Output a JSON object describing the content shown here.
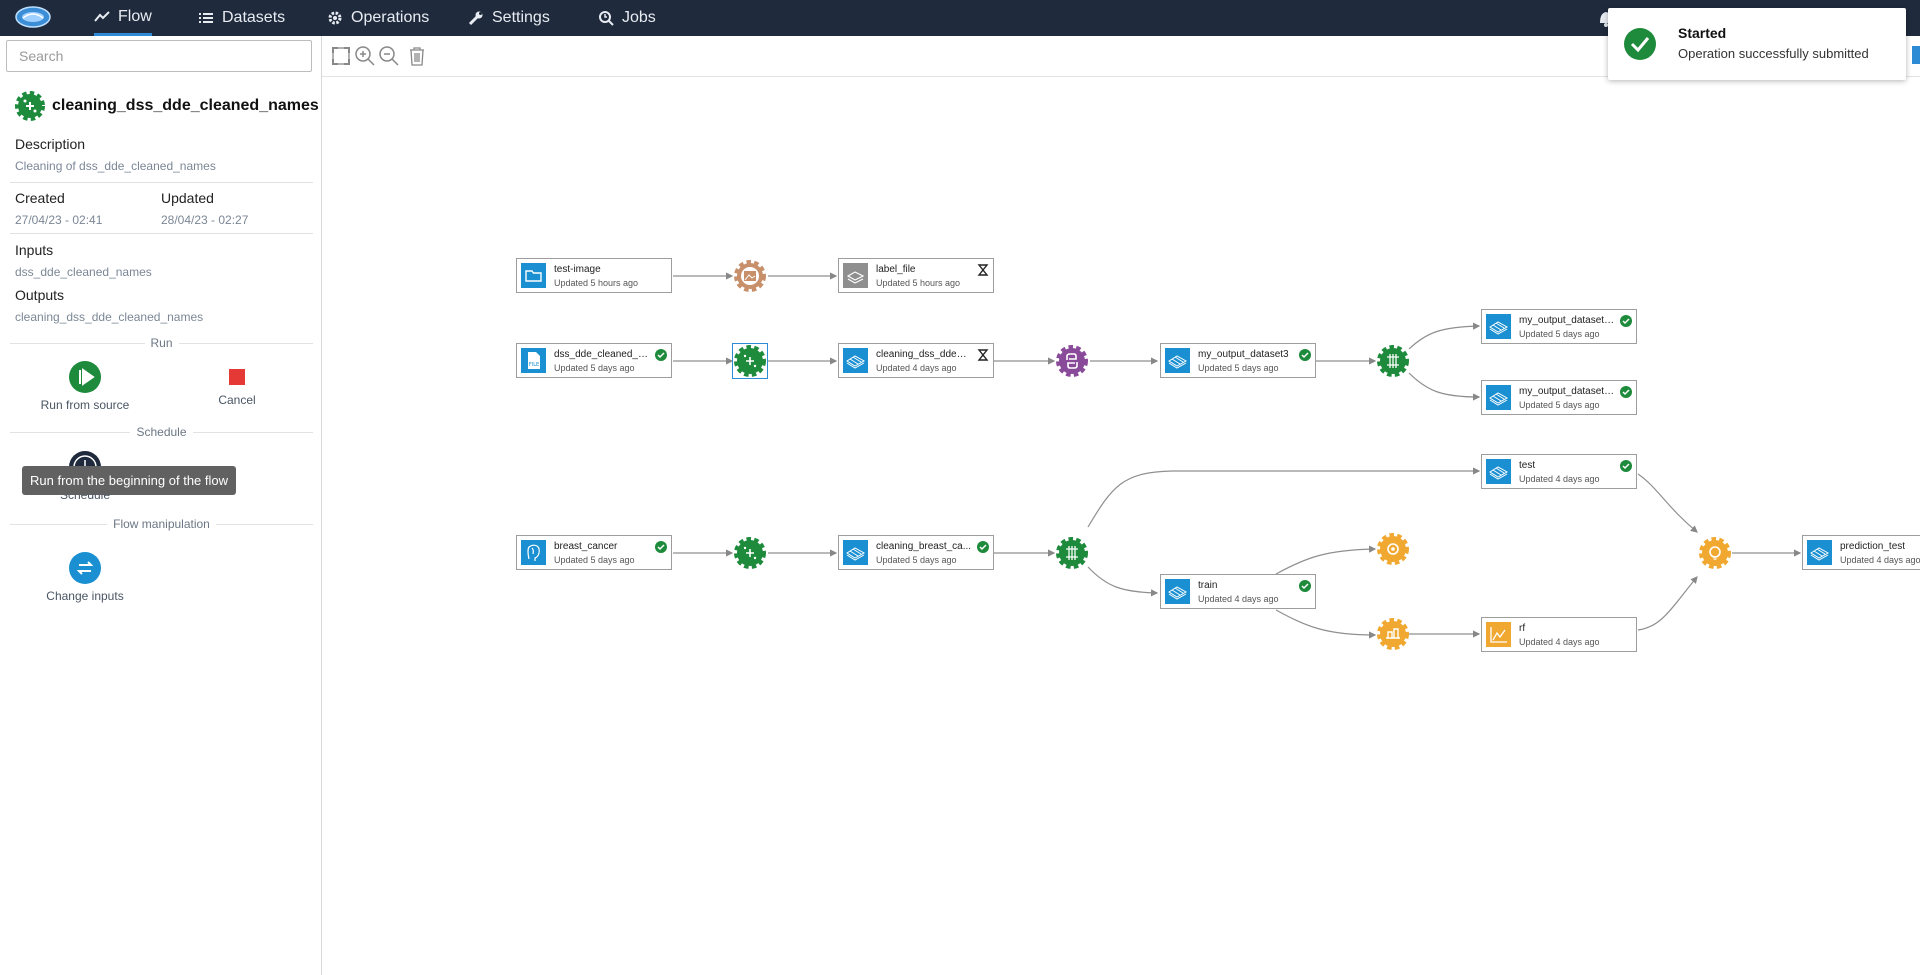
{
  "nav": {
    "tabs": [
      {
        "label": "Flow",
        "icon": "trend-icon",
        "active": true
      },
      {
        "label": "Datasets",
        "icon": "list-icon"
      },
      {
        "label": "Operations",
        "icon": "gear-icon"
      },
      {
        "label": "Settings",
        "icon": "wrench-icon"
      },
      {
        "label": "Jobs",
        "icon": "jobs-icon"
      }
    ]
  },
  "sidebar": {
    "search_placeholder": "Search",
    "title": "cleaning_dss_dde_cleaned_names",
    "description_label": "Description",
    "description": "Cleaning of dss_dde_cleaned_names",
    "created_label": "Created",
    "created": "27/04/23 - 02:41",
    "updated_label": "Updated",
    "updated": "28/04/23 - 02:27",
    "inputs_label": "Inputs",
    "inputs": "dss_dde_cleaned_names",
    "outputs_label": "Outputs",
    "outputs": "cleaning_dss_dde_cleaned_names",
    "run_section": "Run",
    "run_from_source": "Run from source",
    "cancel": "Cancel",
    "schedule_section": "Schedule",
    "schedule": "Schedule",
    "flow_section": "Flow manipulation",
    "change_inputs": "Change inputs",
    "tooltip": "Run from the beginning of the flow"
  },
  "flow": {
    "nodes": [
      {
        "name": "test-image",
        "sub": "Updated 5 hours ago",
        "type": "folder",
        "status": ""
      },
      {
        "name": "label_file",
        "sub": "Updated 5 hours ago",
        "type": "gray",
        "status": "pending"
      },
      {
        "name": "dss_dde_cleaned_na...",
        "sub": "Updated 5 days ago",
        "type": "file",
        "status": "ok"
      },
      {
        "name": "cleaning_dss_dde_c...",
        "sub": "Updated 4 days ago",
        "type": "dataset",
        "status": "pending"
      },
      {
        "name": "my_output_dataset3",
        "sub": "Updated 5 days ago",
        "type": "dataset",
        "status": "ok"
      },
      {
        "name": "my_output_dataset3...",
        "sub": "Updated 5 days ago",
        "type": "dataset",
        "status": "ok"
      },
      {
        "name": "my_output_dataset3...",
        "sub": "Updated 5 days ago",
        "type": "dataset",
        "status": "ok"
      },
      {
        "name": "test",
        "sub": "Updated 4 days ago",
        "type": "dataset",
        "status": "ok"
      },
      {
        "name": "breast_cancer",
        "sub": "Updated 5 days ago",
        "type": "postgres",
        "status": "ok"
      },
      {
        "name": "cleaning_breast_ca...",
        "sub": "Updated 5 days ago",
        "type": "dataset",
        "status": "ok"
      },
      {
        "name": "train",
        "sub": "Updated 4 days ago",
        "type": "dataset",
        "status": "ok"
      },
      {
        "name": "rf",
        "sub": "Updated 4 days ago",
        "type": "model",
        "status": ""
      },
      {
        "name": "prediction_test",
        "sub": "Updated 4 days ago",
        "type": "dataset",
        "status": ""
      }
    ]
  },
  "toast": {
    "title": "Started",
    "message": "Operation successfully submitted"
  },
  "colors": {
    "nav_bg": "#1f2a3c",
    "accent": "#2d8bd6",
    "green": "#1e8a3c",
    "dataset_blue": "#1a8fd1",
    "orange": "#f0a830",
    "purple": "#8a4a9a",
    "brown": "#c8906a",
    "cancel_red": "#e53935"
  }
}
